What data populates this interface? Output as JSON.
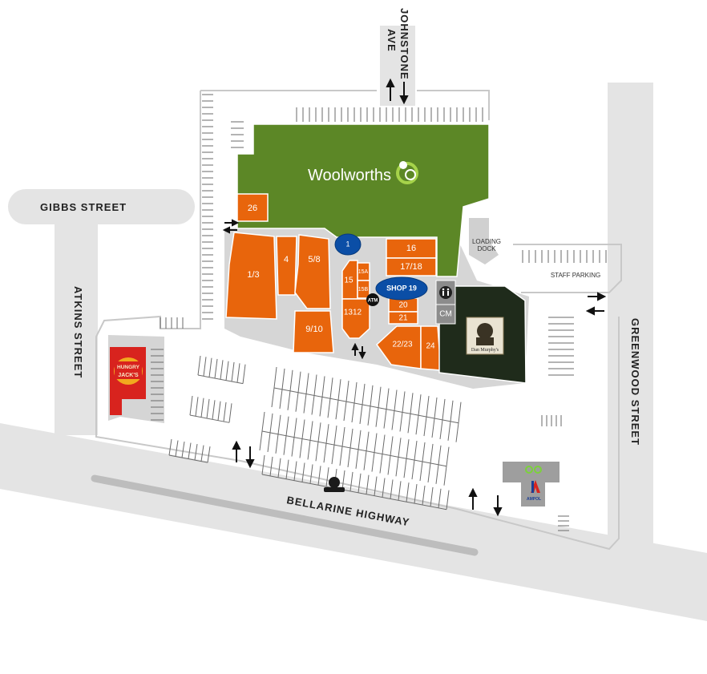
{
  "streets": {
    "johnstone_1": "JOHNSTONE",
    "johnstone_2": "AVE",
    "gibbs": "GIBBS STREET",
    "atkins": "ATKINS STREET",
    "greenwood": "GREENWOOD STREET",
    "bellarine": "BELLARINE HIGHWAY"
  },
  "anchors": {
    "woolworths": "Woolworths",
    "dan_murphys": "Dan Murphy's",
    "hungry_jacks_1": "HUNGRY",
    "hungry_jacks_2": "JACK'S",
    "ampol": "AMPOL"
  },
  "shops": {
    "s26": "26",
    "s1_3": "1/3",
    "s4": "4",
    "s5_8": "5/8",
    "s9_10": "9/10",
    "s15": "15",
    "s15a": "15A",
    "s15b": "15B",
    "s1312": "1312",
    "s16": "16",
    "s17_18": "17/18",
    "s20": "20",
    "s21": "21",
    "s22_23": "22/23",
    "s24": "24",
    "kiosk_1": "1",
    "shop_19": "SHOP 19",
    "cm": "CM"
  },
  "facilities": {
    "atm": "ATM",
    "loading_1": "LOADING",
    "loading_2": "DOCK",
    "staff_parking": "STAFF PARKING"
  },
  "colors": {
    "shop": "#e8650c",
    "woolworths": "#5c8726",
    "dan_murphys": "#1f2b1b",
    "kiosk": "#0b4ea6",
    "road": "#e2e2e2",
    "pavement": "#d4d4d4"
  }
}
